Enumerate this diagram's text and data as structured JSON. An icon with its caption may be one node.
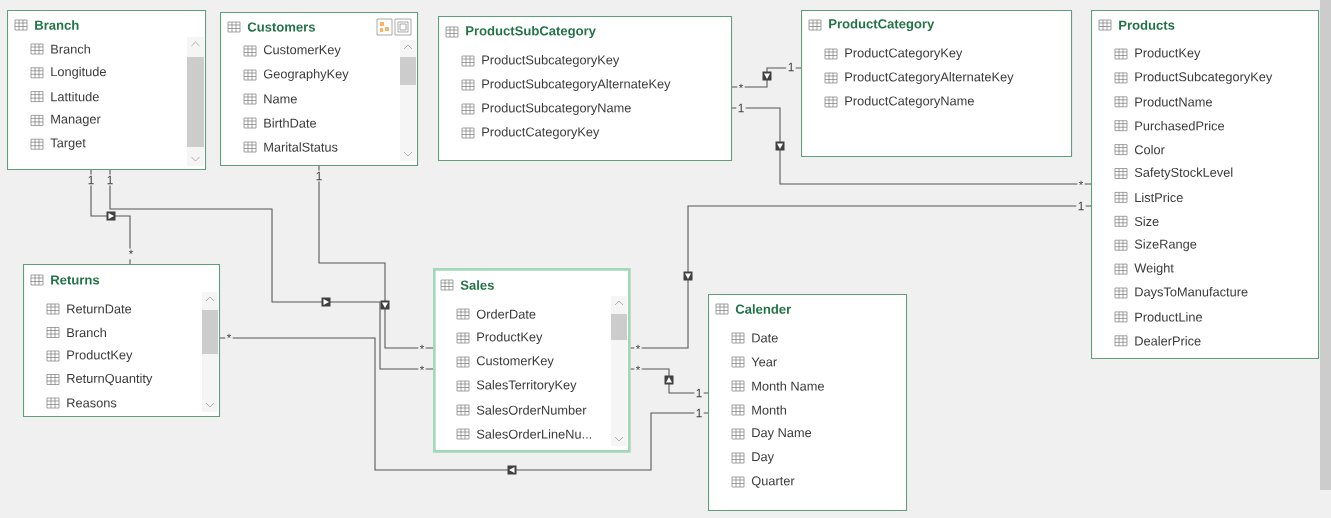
{
  "diagram": {
    "nodes": [
      {
        "text": [
          "Branch",
          "Branch",
          "Longitude",
          "Lattitude",
          "Manager",
          "Target"
        ]
      },
      {
        "text": [
          "Customers",
          "CustomerKey",
          "GeographyKey",
          "Name",
          "BirthDate",
          "MaritalStatus"
        ]
      },
      {
        "text": [
          "ProductSubCategory",
          "ProductSubcategoryKey",
          "ProductSubcategoryAlternateKey",
          "ProductSubcategoryName",
          "ProductCategoryKey"
        ]
      },
      {
        "text": [
          "ProductCategory",
          "ProductCategoryKey",
          "ProductCategoryAlternateKey",
          "ProductCategoryName"
        ]
      },
      {
        "text": [
          "Products",
          "ProductKey",
          "ProductSubcategoryKey",
          "ProductName",
          "PurchasedPrice",
          "Color",
          "SafetyStockLevel",
          "ListPrice",
          "Size",
          "SizeRange",
          "Weight",
          "DaysToManufacture",
          "ProductLine",
          "DealerPrice"
        ]
      },
      {
        "text": [
          "Returns",
          "ReturnDate",
          "Branch",
          "ProductKey",
          "ReturnQuantity",
          "Reasons"
        ]
      },
      {
        "text": [
          "Sales",
          "OrderDate",
          "ProductKey",
          "CustomerKey",
          "SalesTerritoryKey",
          "SalesOrderNumber",
          "SalesOrderLineNu..."
        ]
      },
      {
        "text": [
          "Calender",
          "Date",
          "Year",
          "Month Name",
          "Month",
          "Day Name",
          "Day",
          "Quarter"
        ]
      }
    ],
    "edges": [
      {
        "from": 0,
        "to": 5,
        "arrow": "to"
      },
      {
        "from": 0,
        "to": 6,
        "arrow": "to"
      },
      {
        "from": 1,
        "to": 6,
        "arrow": "to"
      },
      {
        "from": 3,
        "to": 2,
        "arrow": "to"
      },
      {
        "from": 2,
        "to": 4,
        "arrow": "to"
      },
      {
        "from": 4,
        "to": 6,
        "arrow": "to"
      },
      {
        "from": 7,
        "to": 6,
        "arrow": "to"
      },
      {
        "from": 7,
        "to": 5,
        "arrow": "to"
      }
    ],
    "labels": [
      "1",
      "*",
      "1",
      "1",
      "1",
      "1",
      "*",
      "1",
      "*",
      "*",
      "*",
      "*",
      "*",
      "*",
      "1",
      "1"
    ]
  }
}
